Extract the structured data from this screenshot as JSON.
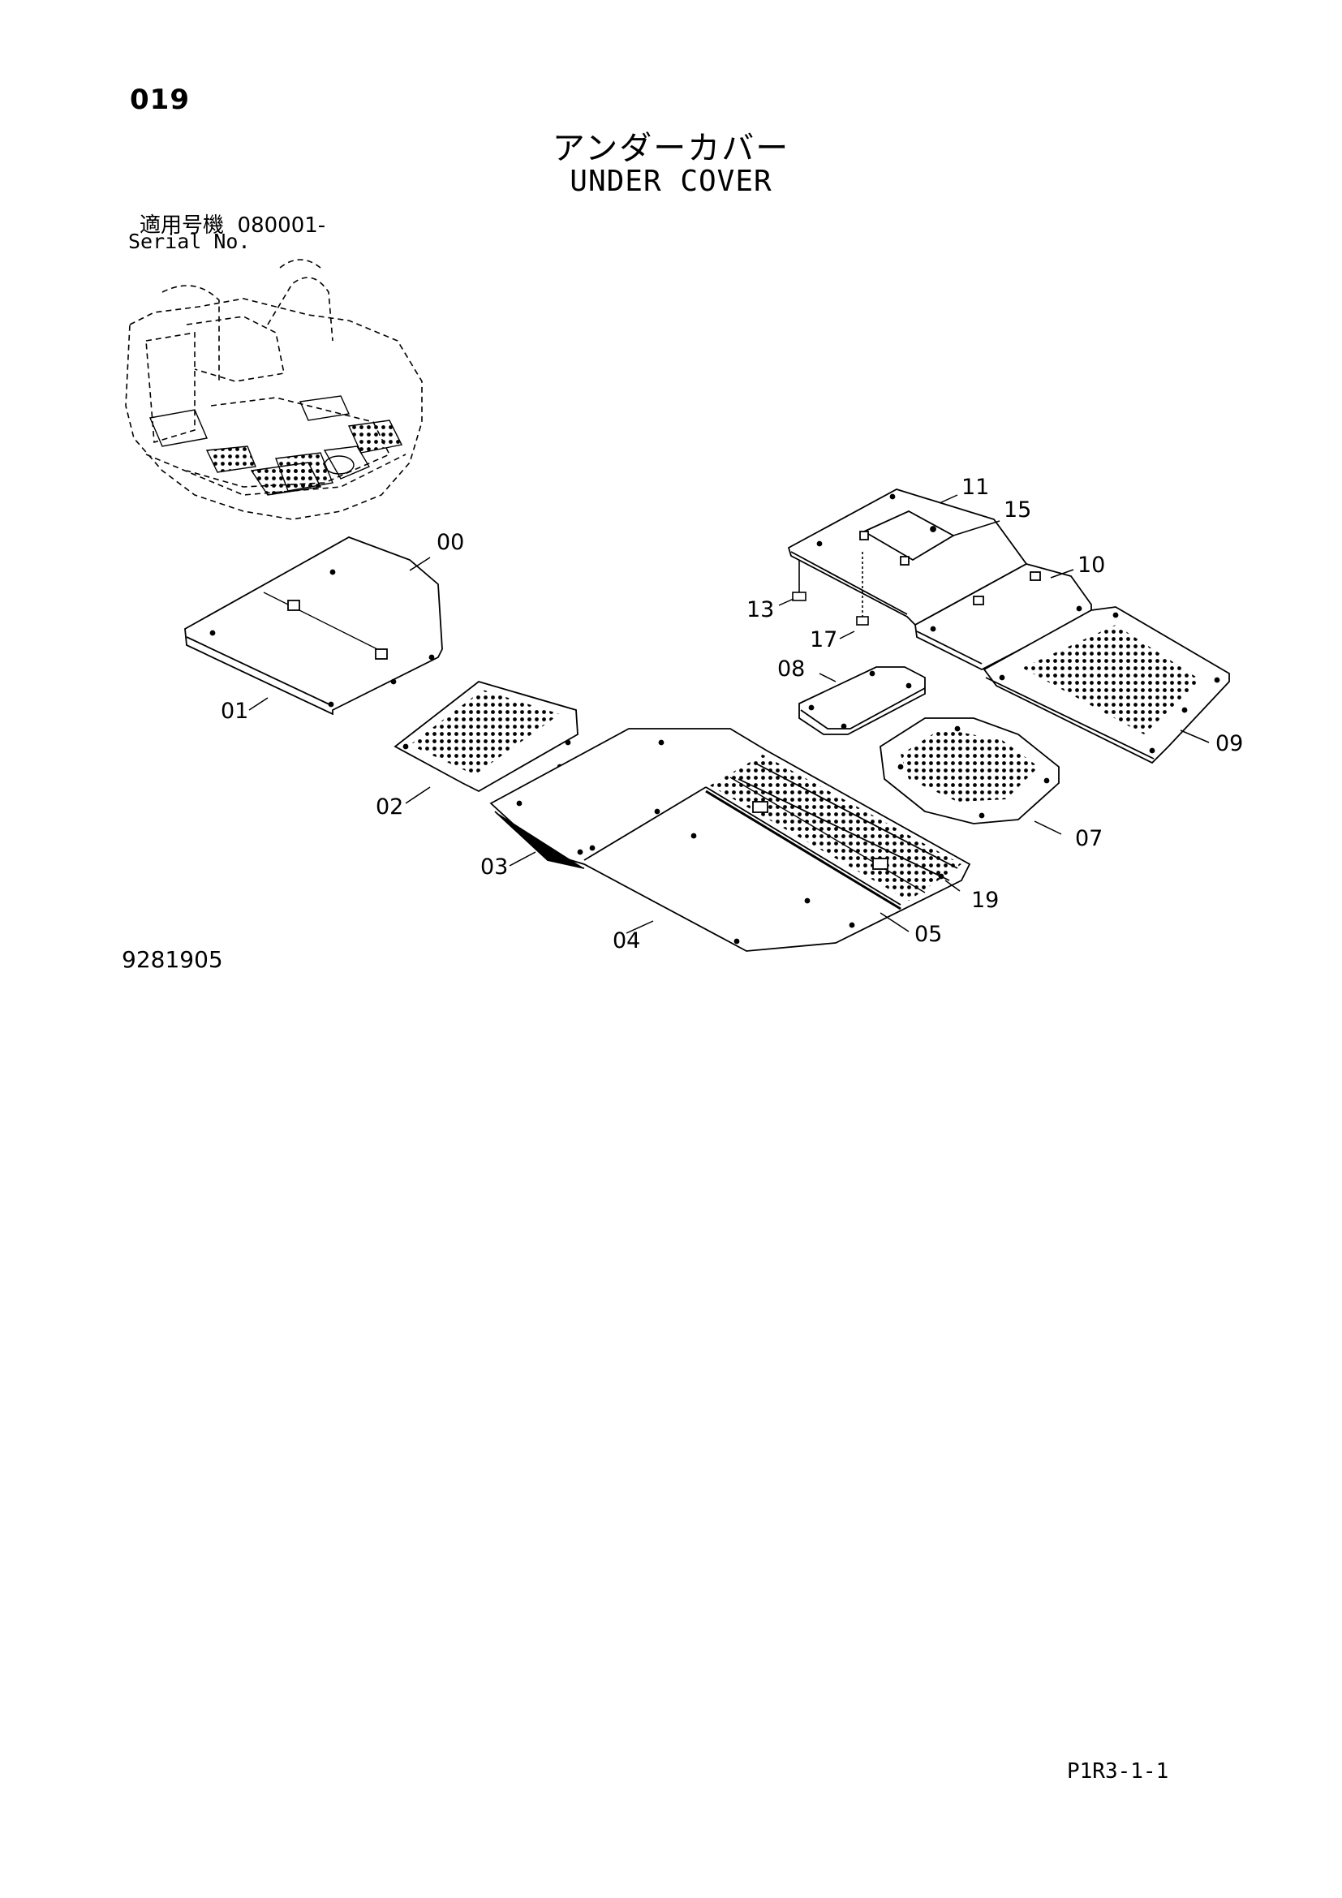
{
  "header": {
    "page_number": "019",
    "title_ja": "アンダーカバー",
    "title_en": "UNDER COVER",
    "serial_label_ja": "適用号機",
    "serial_value": "080001-",
    "serial_label_en": "Serial No."
  },
  "footer": {
    "drawing_number": "9281905",
    "page_reference": "P1R3-1-1"
  },
  "callouts": {
    "c00": "00",
    "c01": "01",
    "c02": "02",
    "c03": "03",
    "c04": "04",
    "c05": "05",
    "c07": "07",
    "c08": "08",
    "c09": "09",
    "c10": "10",
    "c11": "11",
    "c13": "13",
    "c15": "15",
    "c17": "17",
    "c19": "19"
  }
}
